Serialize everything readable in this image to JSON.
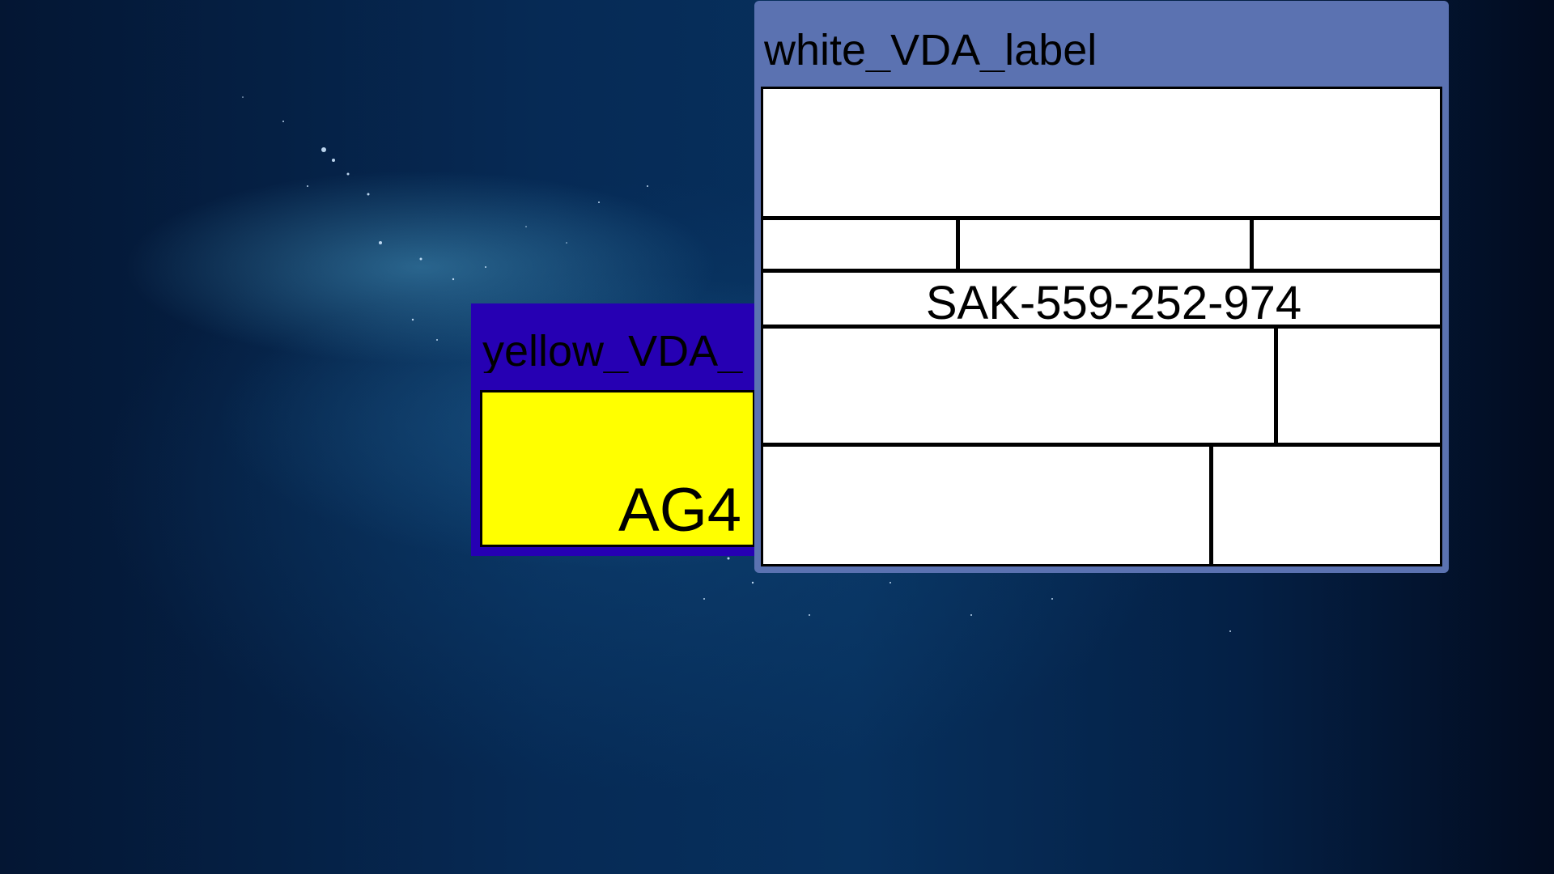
{
  "desktop": {
    "wallpaper": "blue-galaxy-starfield"
  },
  "windows": [
    {
      "id": "yellow",
      "title": "yellow_VDA_",
      "frame_color": "#2600b3",
      "body_color": "#ffff00",
      "code": "AG4"
    },
    {
      "id": "white",
      "title": "white_VDA_label",
      "frame_color": "#5b72b1",
      "body_color": "#ffffff",
      "code": "SAK-559-252-974"
    }
  ]
}
